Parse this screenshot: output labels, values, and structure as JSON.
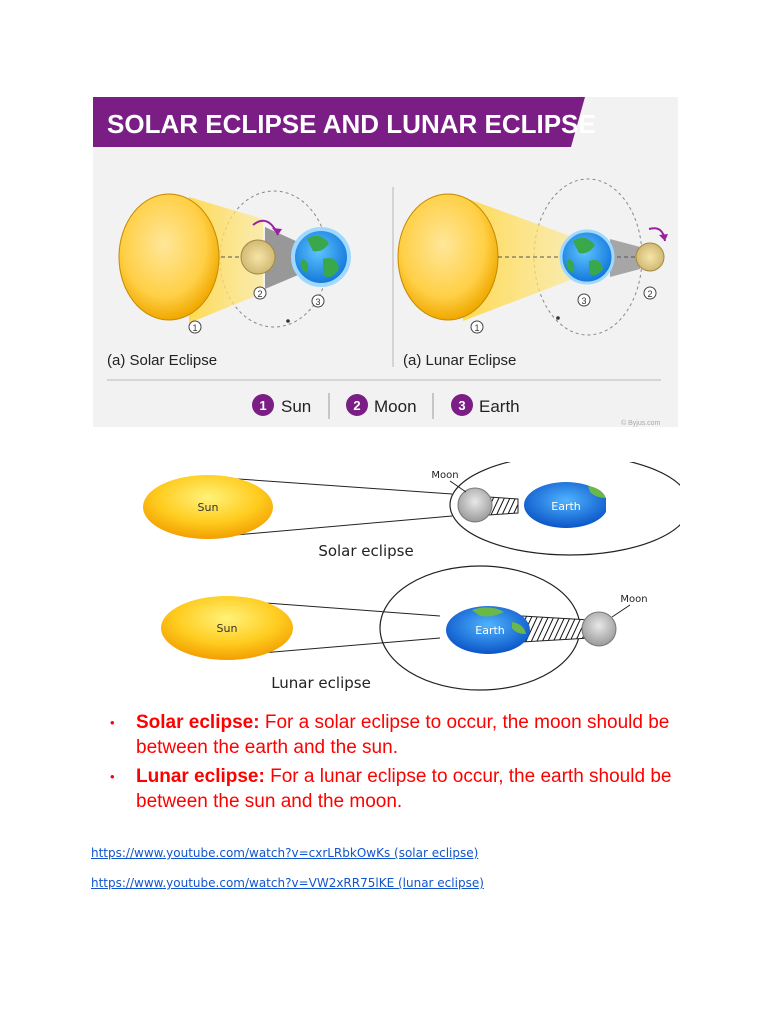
{
  "figure1": {
    "title": "SOLAR ECLIPSE AND LUNAR ECLIPSE",
    "panel_a_caption": "(a) Solar Eclipse",
    "panel_b_caption": "(a) Lunar Eclipse",
    "markers": [
      "1",
      "2",
      "3",
      "1",
      "2",
      "3"
    ],
    "legend": [
      {
        "num": "1",
        "label": "Sun"
      },
      {
        "num": "2",
        "label": "Moon"
      },
      {
        "num": "3",
        "label": "Earth"
      }
    ],
    "watermark": "© Byjus.com",
    "colors": {
      "banner": "#7a1e86",
      "legend_circle": "#7a1e86",
      "background": "#f2f2f2"
    }
  },
  "figure2": {
    "solar": {
      "sun": "Sun",
      "moon": "Moon",
      "earth": "Earth",
      "caption": "Solar eclipse"
    },
    "lunar": {
      "sun": "Sun",
      "moon": "Moon",
      "earth": "Earth",
      "caption": "Lunar eclipse"
    }
  },
  "bullets": [
    {
      "term": "Solar eclipse:",
      "text": " For a solar eclipse to occur, the moon should be between the earth and the sun."
    },
    {
      "term": "Lunar eclipse:",
      "text": " For a lunar eclipse to occur, the earth should be between the sun and the moon."
    }
  ],
  "links": [
    "https://www.youtube.com/watch?v=cxrLRbkOwKs (solar eclipse)",
    "https://www.youtube.com/watch?v=VW2xRR75lKE (lunar eclipse)"
  ]
}
